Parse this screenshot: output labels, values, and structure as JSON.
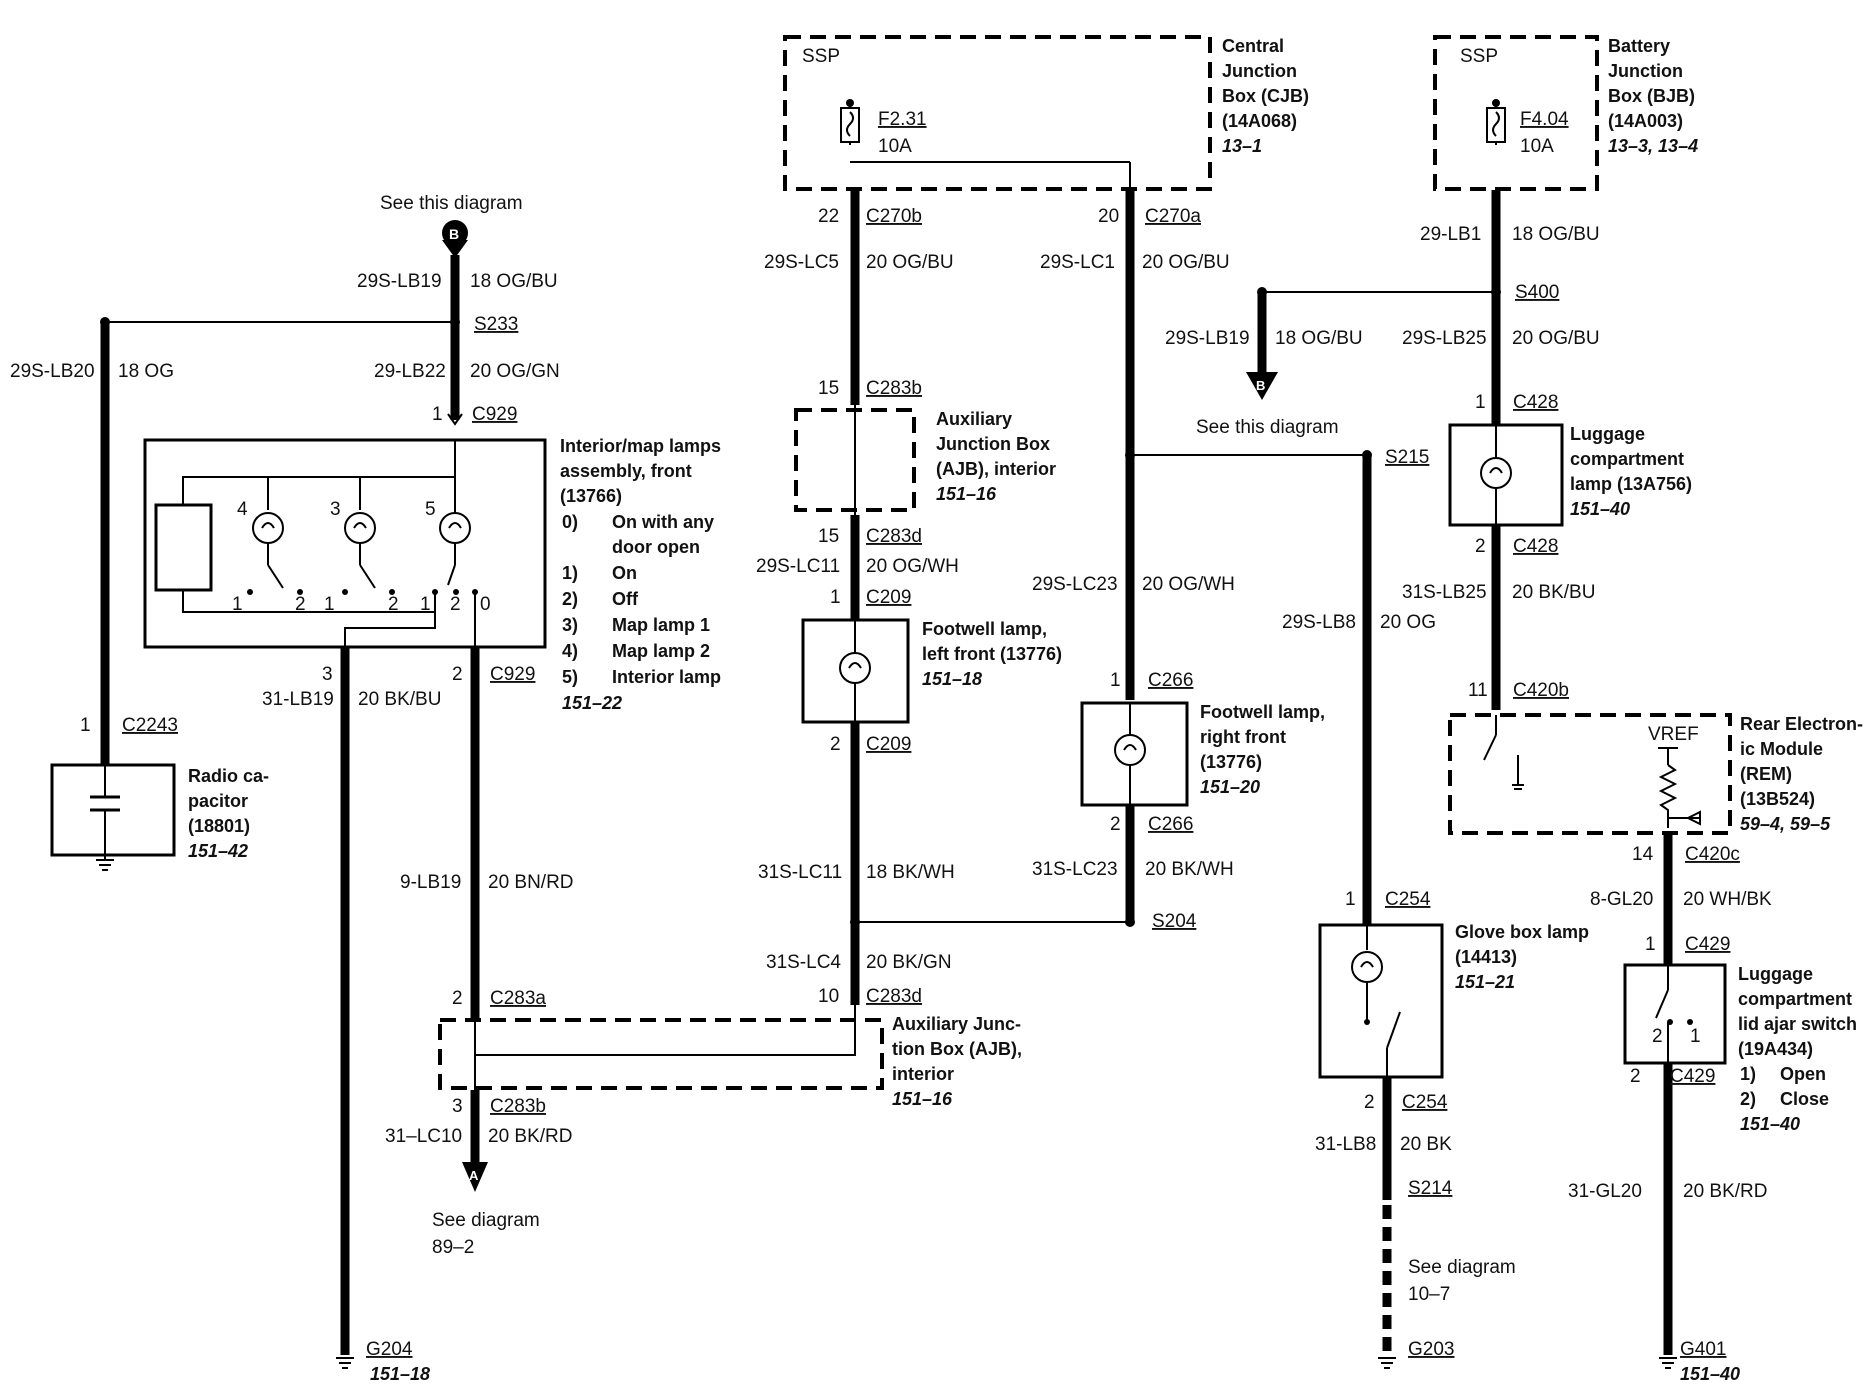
{
  "cjb": {
    "ssp": "SSP",
    "fuse": "F2.31",
    "amps": "10A",
    "l1": "Central",
    "l2": "Junction",
    "l3": "Box (CJB)",
    "l4": "(14A068)",
    "ref": "13–1"
  },
  "bjb": {
    "ssp": "SSP",
    "fuse": "F4.04",
    "amps": "10A",
    "l1": "Battery",
    "l2": "Junction",
    "l3": "Box (BJB)",
    "l4": "(14A003)",
    "ref": "13–3, 13–4"
  },
  "col1": {
    "see_top": "See this diagram",
    "b_marker": "B",
    "p1": "1",
    "c2243": "C2243",
    "w1": "29S-LB20",
    "g1": "18 OG",
    "radio": [
      "Radio ca-",
      "pacitor",
      "(18801)"
    ],
    "radio_ref": "151–42"
  },
  "col2": {
    "w_top_code": "29S-LB19",
    "w_top_gauge": "18 OG/BU",
    "s233": "S233",
    "w2_code": "29-LB22",
    "w2_gauge": "20 OG/GN",
    "pin1": "1",
    "c929": "C929",
    "pin3": "3",
    "pin2": "2",
    "c929b": "C929",
    "w3_code": "31-LB19",
    "w3_gauge": "20 BK/BU",
    "w4_code": "9-LB19",
    "w4_gauge": "20 BN/RD",
    "p2": "2",
    "c283a": "C283a",
    "p3": "3",
    "c283b": "C283b",
    "w5_code": "31–LC10",
    "w5_gauge": "20 BK/RD",
    "a_marker": "A",
    "see1": "See diagram",
    "see2": "89–2",
    "g204": "G204",
    "g204_ref": "151–18"
  },
  "lamps": {
    "title": [
      "Interior/map lamps",
      "assembly, front",
      "(13766)"
    ],
    "modes": [
      [
        "0)",
        "On with any"
      ],
      [
        "",
        "door open"
      ],
      [
        "1)",
        "On"
      ],
      [
        "2)",
        "Off"
      ],
      [
        "3)",
        "Map lamp 1"
      ],
      [
        "4)",
        "Map lamp 2"
      ],
      [
        "5)",
        "Interior lamp"
      ]
    ],
    "ref": "151–22",
    "n4": "4",
    "n3": "3",
    "n5": "5",
    "s1a": "1",
    "s2a": "2",
    "s1b": "1",
    "s2b": "2",
    "s1c": "1",
    "s2c": "2",
    "s0": "0"
  },
  "col3": {
    "p22": "22",
    "c270b": "C270b",
    "w1_code": "29S-LC5",
    "w1_gauge": "20 OG/BU",
    "p15": "15",
    "c283b": "C283b",
    "ajb": [
      "Auxiliary",
      "Junction Box",
      "(AJB), interior"
    ],
    "ajb_ref": "151–16",
    "p15b": "15",
    "c283d": "C283d",
    "w2_code": "29S-LC11",
    "w2_gauge": "20 OG/WH",
    "p1": "1",
    "c209": "C209",
    "fw": [
      "Footwell lamp,",
      "left front (13776)"
    ],
    "fw_ref": "151–18",
    "p2": "2",
    "c209b": "C209",
    "w3_code": "31S-LC11",
    "w3_gauge": "18 BK/WH",
    "w4_code": "31S-LC4",
    "w4_gauge": "20 BK/GN",
    "p10": "10",
    "c283d2": "C283d",
    "ajb2": [
      "Auxiliary Junc-",
      "tion Box (AJB),",
      "interior"
    ],
    "ajb2_ref": "151–16"
  },
  "col4": {
    "p20": "20",
    "c270a": "C270a",
    "w1_code": "29S-LC1",
    "w1_gauge": "20 OG/BU",
    "w2_code": "29S-LC23",
    "w2_gauge": "20 OG/WH",
    "p1": "1",
    "c266": "C266",
    "fw": [
      "Footwell lamp,",
      "right front",
      "(13776)"
    ],
    "fw_ref": "151–20",
    "p2": "2",
    "c266b": "C266",
    "w3_code": "31S-LC23",
    "w3_gauge": "20 BK/WH",
    "s204": "S204"
  },
  "col5": {
    "w1_code": "29S-LB19",
    "w1_gauge": "18 OG/BU",
    "b_marker": "B",
    "see": "See this diagram",
    "s215": "S215",
    "w2_code": "29S-LB8",
    "w2_gauge": "20 OG",
    "p1": "1",
    "c254": "C254",
    "glove": [
      "Glove box lamp",
      "(14413)"
    ],
    "glove_ref": "151–21",
    "p2": "2",
    "c254b": "C254",
    "w3_code": "31-LB8",
    "w3_gauge": "20 BK",
    "s214": "S214",
    "see1": "See diagram",
    "see2": "10–7",
    "g203": "G203"
  },
  "col6": {
    "w1_code": "29-LB1",
    "w1_gauge": "18 OG/BU",
    "s400": "S400",
    "w2_code": "29S-LB25",
    "w2_gauge": "20 OG/BU",
    "p1": "1",
    "c428": "C428",
    "lug": [
      "Luggage",
      "compartment",
      "lamp (13A756)"
    ],
    "lug_ref": "151–40",
    "p2": "2",
    "c428b": "C428",
    "w3_code": "31S-LB25",
    "w3_gauge": "20 BK/BU",
    "p11": "11",
    "c420b": "C420b",
    "vref": "VREF",
    "rem": [
      "Rear Electron-",
      "ic Module",
      "(REM)",
      "(13B524)"
    ],
    "rem_ref": "59–4, 59–5",
    "p14": "14",
    "c420c": "C420c",
    "w4_code": "8-GL20",
    "w4_gauge": "20 WH/BK",
    "p1b": "1",
    "c429": "C429",
    "sw": [
      "Luggage",
      "compartment",
      "lid ajar switch",
      "(19A434)"
    ],
    "sw_modes": [
      [
        "1)",
        "Open"
      ],
      [
        "2)",
        "Close"
      ]
    ],
    "sw_ref": "151–40",
    "sw2": "2",
    "sw1": "1",
    "p2b": "2",
    "c429b": "C429",
    "w5_code": "31-GL20",
    "w5_gauge": "20 BK/RD",
    "g401": "G401",
    "g401_ref": "151–40"
  }
}
